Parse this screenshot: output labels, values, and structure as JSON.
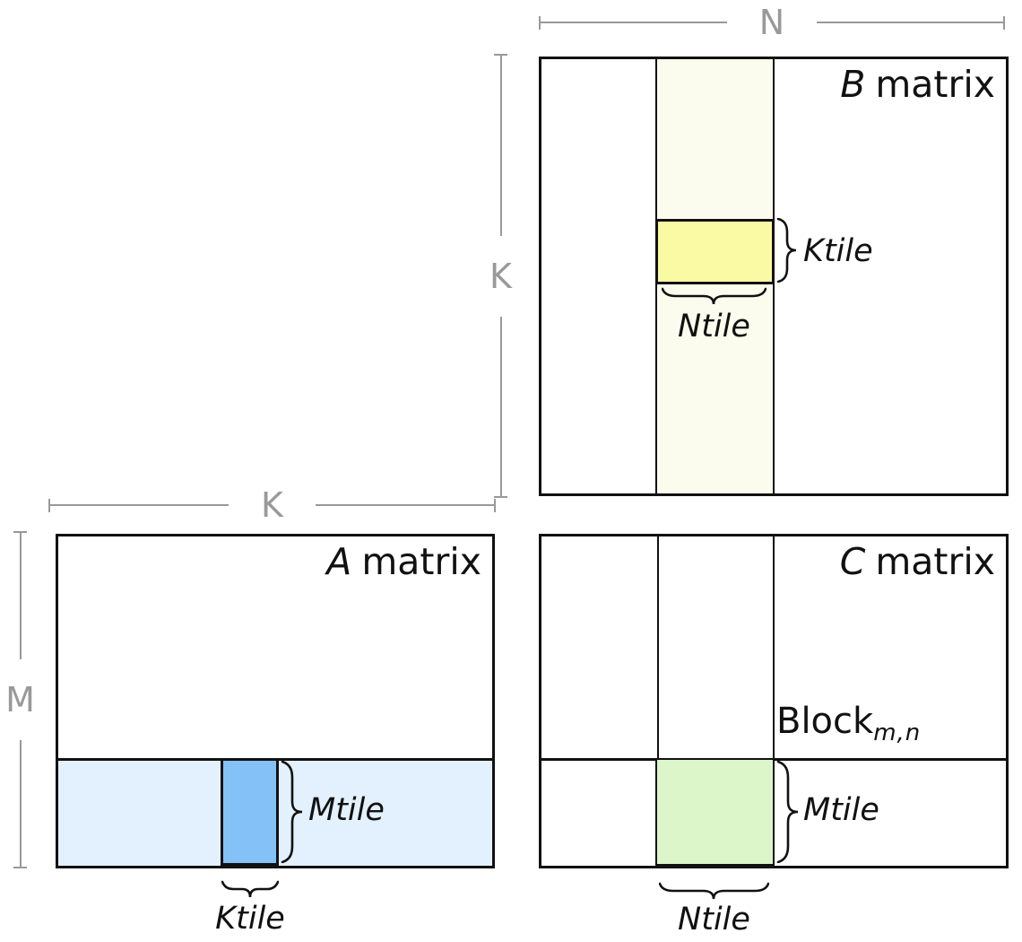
{
  "matrices": {
    "b": {
      "letter": "B",
      "word": "matrix"
    },
    "a": {
      "letter": "A",
      "word": "matrix"
    },
    "c": {
      "letter": "C",
      "word": "matrix",
      "block_word": "Block",
      "block_sub": "m,n"
    }
  },
  "dimensions": {
    "n": "N",
    "k_side": "K",
    "k_top": "K",
    "m": "M"
  },
  "tiles": {
    "b_ktile": "Ktile",
    "b_ntile": "Ntile",
    "a_mtile": "Mtile",
    "a_ktile": "Ktile",
    "c_mtile": "Mtile",
    "c_ntile": "Ntile"
  },
  "colors": {
    "ink": "#111111",
    "gray": "#999999",
    "ivory": "#FCFCEE",
    "yellow": "#FAFAA5",
    "light-blue": "#E3F0FD",
    "blue": "#84C1F6",
    "green": "#DCF5C9"
  }
}
